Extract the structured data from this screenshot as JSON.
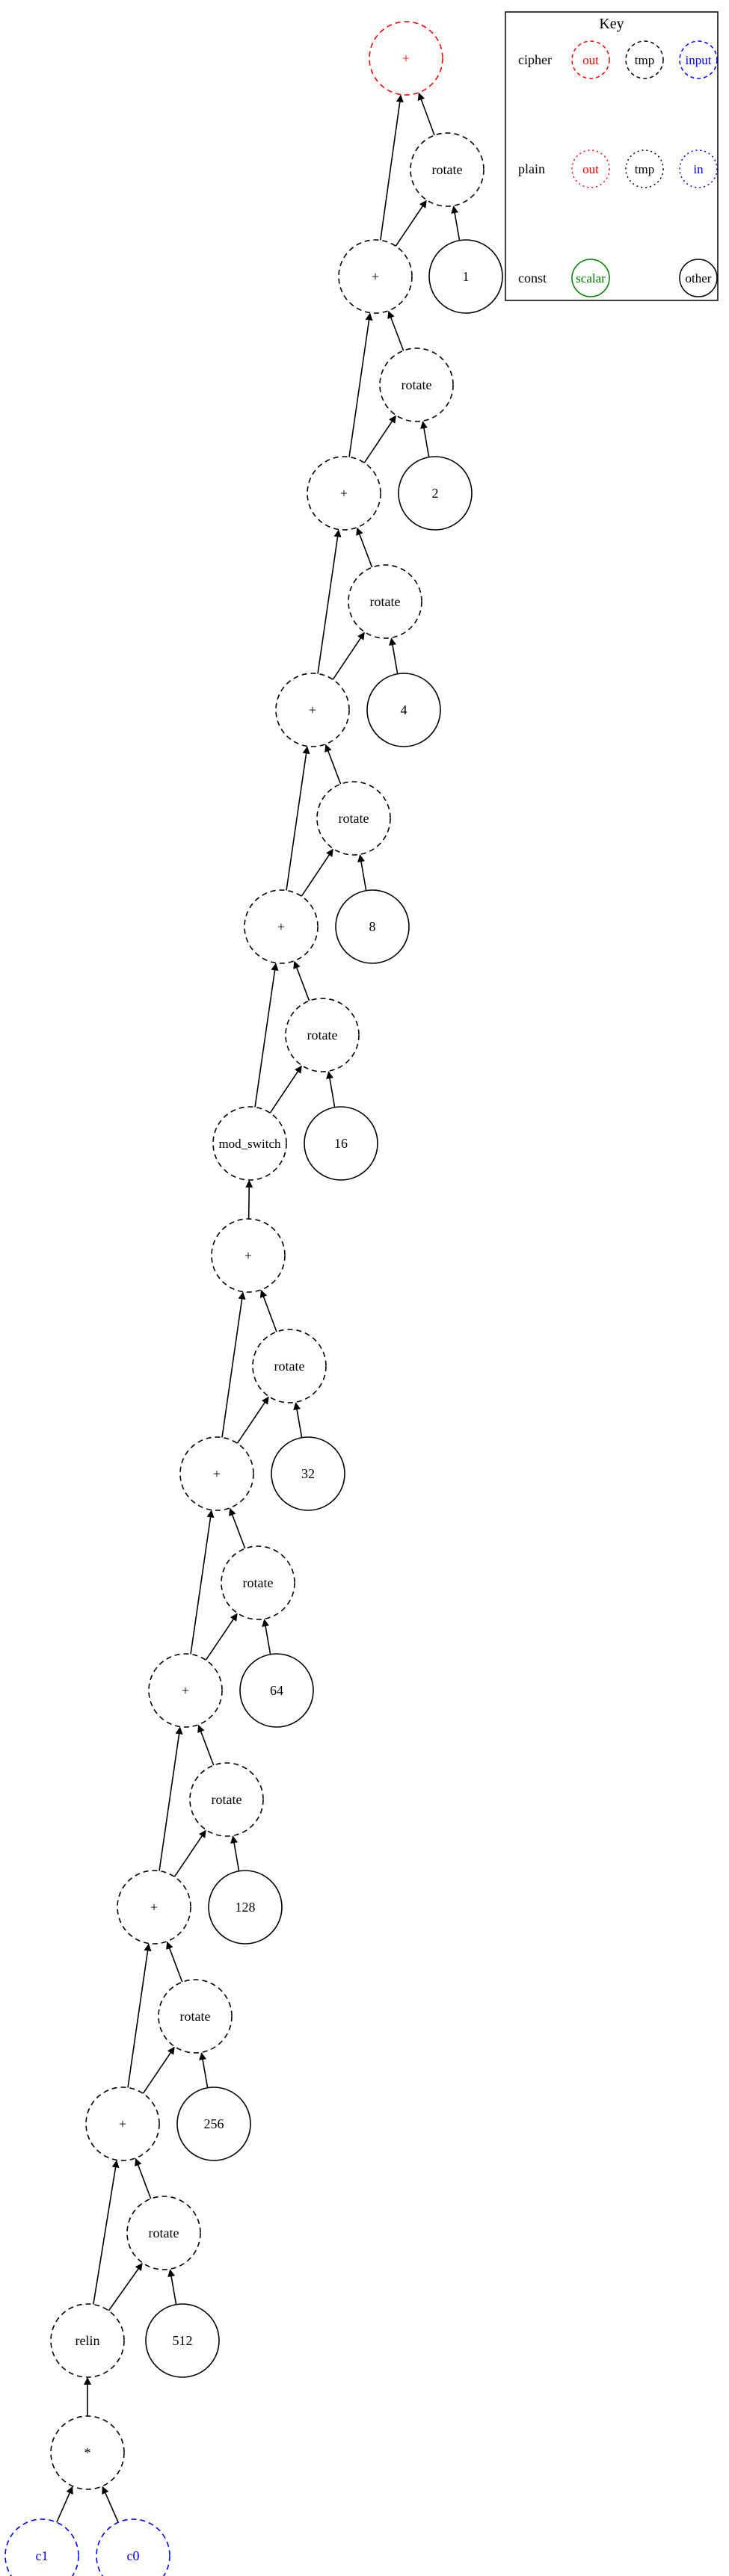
{
  "colors": {
    "cipher_out": "#ff0000",
    "cipher_tmp": "#000000",
    "cipher_in": "#0000ff",
    "plain_out": "#ff0000",
    "plain_tmp": "#000000",
    "plain_in": "#0000ff",
    "const_scalar": "#008000",
    "const_other": "#000000",
    "edge": "#000000"
  },
  "key": {
    "title": "Key",
    "rows": [
      {
        "label": "cipher",
        "items": [
          {
            "text": "out",
            "color": "cipher_out",
            "style": "dashed"
          },
          {
            "text": "tmp",
            "color": "cipher_tmp",
            "style": "dashed"
          },
          {
            "text": "input",
            "color": "cipher_in",
            "style": "dashed"
          }
        ]
      },
      {
        "label": "plain",
        "items": [
          {
            "text": "out",
            "color": "plain_out",
            "style": "dotted"
          },
          {
            "text": "tmp",
            "color": "plain_tmp",
            "style": "dotted"
          },
          {
            "text": "in",
            "color": "plain_in",
            "style": "dotted"
          }
        ]
      },
      {
        "label": "const",
        "items": [
          {
            "text": "scalar",
            "color": "const_scalar",
            "style": "solid"
          },
          {
            "text": "other",
            "color": "const_other",
            "style": "solid"
          }
        ]
      }
    ]
  },
  "nodes": [
    {
      "id": "n_out",
      "label": "+",
      "kind": "cipher_out"
    },
    {
      "id": "r1",
      "label": "rotate",
      "kind": "cipher_tmp"
    },
    {
      "id": "k1",
      "label": "1",
      "kind": "const_other"
    },
    {
      "id": "a1",
      "label": "+",
      "kind": "cipher_tmp"
    },
    {
      "id": "r2",
      "label": "rotate",
      "kind": "cipher_tmp"
    },
    {
      "id": "k2",
      "label": "2",
      "kind": "const_other"
    },
    {
      "id": "a2",
      "label": "+",
      "kind": "cipher_tmp"
    },
    {
      "id": "r4",
      "label": "rotate",
      "kind": "cipher_tmp"
    },
    {
      "id": "k4",
      "label": "4",
      "kind": "const_other"
    },
    {
      "id": "a3",
      "label": "+",
      "kind": "cipher_tmp"
    },
    {
      "id": "r8",
      "label": "rotate",
      "kind": "cipher_tmp"
    },
    {
      "id": "k8",
      "label": "8",
      "kind": "const_other"
    },
    {
      "id": "a4",
      "label": "+",
      "kind": "cipher_tmp"
    },
    {
      "id": "r16",
      "label": "rotate",
      "kind": "cipher_tmp"
    },
    {
      "id": "k16",
      "label": "16",
      "kind": "const_other"
    },
    {
      "id": "ms",
      "label": "mod_switch",
      "kind": "cipher_tmp"
    },
    {
      "id": "a5",
      "label": "+",
      "kind": "cipher_tmp"
    },
    {
      "id": "r32",
      "label": "rotate",
      "kind": "cipher_tmp"
    },
    {
      "id": "k32",
      "label": "32",
      "kind": "const_other"
    },
    {
      "id": "a6",
      "label": "+",
      "kind": "cipher_tmp"
    },
    {
      "id": "r64",
      "label": "rotate",
      "kind": "cipher_tmp"
    },
    {
      "id": "k64",
      "label": "64",
      "kind": "const_other"
    },
    {
      "id": "a7",
      "label": "+",
      "kind": "cipher_tmp"
    },
    {
      "id": "r128",
      "label": "rotate",
      "kind": "cipher_tmp"
    },
    {
      "id": "k128",
      "label": "128",
      "kind": "const_other"
    },
    {
      "id": "a8",
      "label": "+",
      "kind": "cipher_tmp"
    },
    {
      "id": "r256",
      "label": "rotate",
      "kind": "cipher_tmp"
    },
    {
      "id": "k256",
      "label": "256",
      "kind": "const_other"
    },
    {
      "id": "a9",
      "label": "+",
      "kind": "cipher_tmp"
    },
    {
      "id": "r512",
      "label": "rotate",
      "kind": "cipher_tmp"
    },
    {
      "id": "k512",
      "label": "512",
      "kind": "const_other"
    },
    {
      "id": "rl",
      "label": "relin",
      "kind": "cipher_tmp"
    },
    {
      "id": "mul",
      "label": "*",
      "kind": "cipher_tmp"
    },
    {
      "id": "c1",
      "label": "c1",
      "kind": "cipher_in"
    },
    {
      "id": "c0",
      "label": "c0",
      "kind": "cipher_in"
    }
  ],
  "edges": [
    [
      "r1",
      "n_out"
    ],
    [
      "a1",
      "n_out"
    ],
    [
      "k1",
      "r1"
    ],
    [
      "a1",
      "r1"
    ],
    [
      "r2",
      "a1"
    ],
    [
      "a2",
      "a1"
    ],
    [
      "k2",
      "r2"
    ],
    [
      "a2",
      "r2"
    ],
    [
      "r4",
      "a2"
    ],
    [
      "a3",
      "a2"
    ],
    [
      "k4",
      "r4"
    ],
    [
      "a3",
      "r4"
    ],
    [
      "r8",
      "a3"
    ],
    [
      "a4",
      "a3"
    ],
    [
      "k8",
      "r8"
    ],
    [
      "a4",
      "r8"
    ],
    [
      "r16",
      "a4"
    ],
    [
      "ms",
      "a4"
    ],
    [
      "k16",
      "r16"
    ],
    [
      "ms",
      "r16"
    ],
    [
      "a5",
      "ms"
    ],
    [
      "r32",
      "a5"
    ],
    [
      "a6",
      "a5"
    ],
    [
      "k32",
      "r32"
    ],
    [
      "a6",
      "r32"
    ],
    [
      "r64",
      "a6"
    ],
    [
      "a7",
      "a6"
    ],
    [
      "k64",
      "r64"
    ],
    [
      "a7",
      "r64"
    ],
    [
      "r128",
      "a7"
    ],
    [
      "a8",
      "a7"
    ],
    [
      "k128",
      "r128"
    ],
    [
      "a8",
      "r128"
    ],
    [
      "r256",
      "a8"
    ],
    [
      "a9",
      "a8"
    ],
    [
      "k256",
      "r256"
    ],
    [
      "a9",
      "r256"
    ],
    [
      "r512",
      "a9"
    ],
    [
      "rl",
      "a9"
    ],
    [
      "k512",
      "r512"
    ],
    [
      "rl",
      "r512"
    ],
    [
      "mul",
      "rl"
    ],
    [
      "c1",
      "mul"
    ],
    [
      "c0",
      "mul"
    ]
  ]
}
